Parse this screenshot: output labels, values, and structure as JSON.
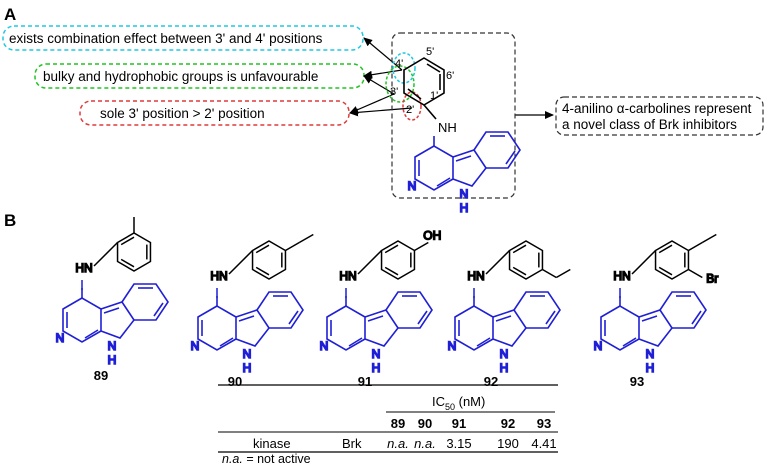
{
  "panels": {
    "a": "A",
    "b": "B"
  },
  "annotations": {
    "effect_34": "exists combination effect between 3' and 4' positions",
    "bulky": "bulky and hydrophobic groups is unfavourable",
    "sole3": "sole 3' position > 2' position",
    "conclusion_line1": "4-anilino α-carbolines represent",
    "conclusion_line2": "a novel class of Brk inhibitors"
  },
  "ring_labels": {
    "p4": "4'",
    "p5": "5'",
    "p6": "6'",
    "p3": "3'",
    "p1": "1'",
    "p2": "2'",
    "nh": "NH"
  },
  "atoms": {
    "NH": "HN",
    "N": "N",
    "H": "H",
    "OH": "OH",
    "Br": "Br"
  },
  "compounds": [
    {
      "id": "89"
    },
    {
      "id": "90"
    },
    {
      "id": "91"
    },
    {
      "id": "92"
    },
    {
      "id": "93"
    }
  ],
  "table": {
    "header_ic50": "IC",
    "header_sub": "50",
    "header_unit": " (nM)",
    "row_label": "kinase",
    "row_target": "Brk",
    "columns": [
      "89",
      "90",
      "91",
      "92",
      "93"
    ],
    "values": [
      "n.a.",
      "n.a.",
      "3.15",
      "190",
      "4.41"
    ]
  },
  "footnote": {
    "abbr": "n.a.",
    "text": " = not active"
  },
  "colors": {
    "scaffold": "#1f1fd6",
    "cyan_box": "#1ec9e0",
    "green_box": "#22c322",
    "red_box": "#e03a3a",
    "ink": "#000000"
  }
}
